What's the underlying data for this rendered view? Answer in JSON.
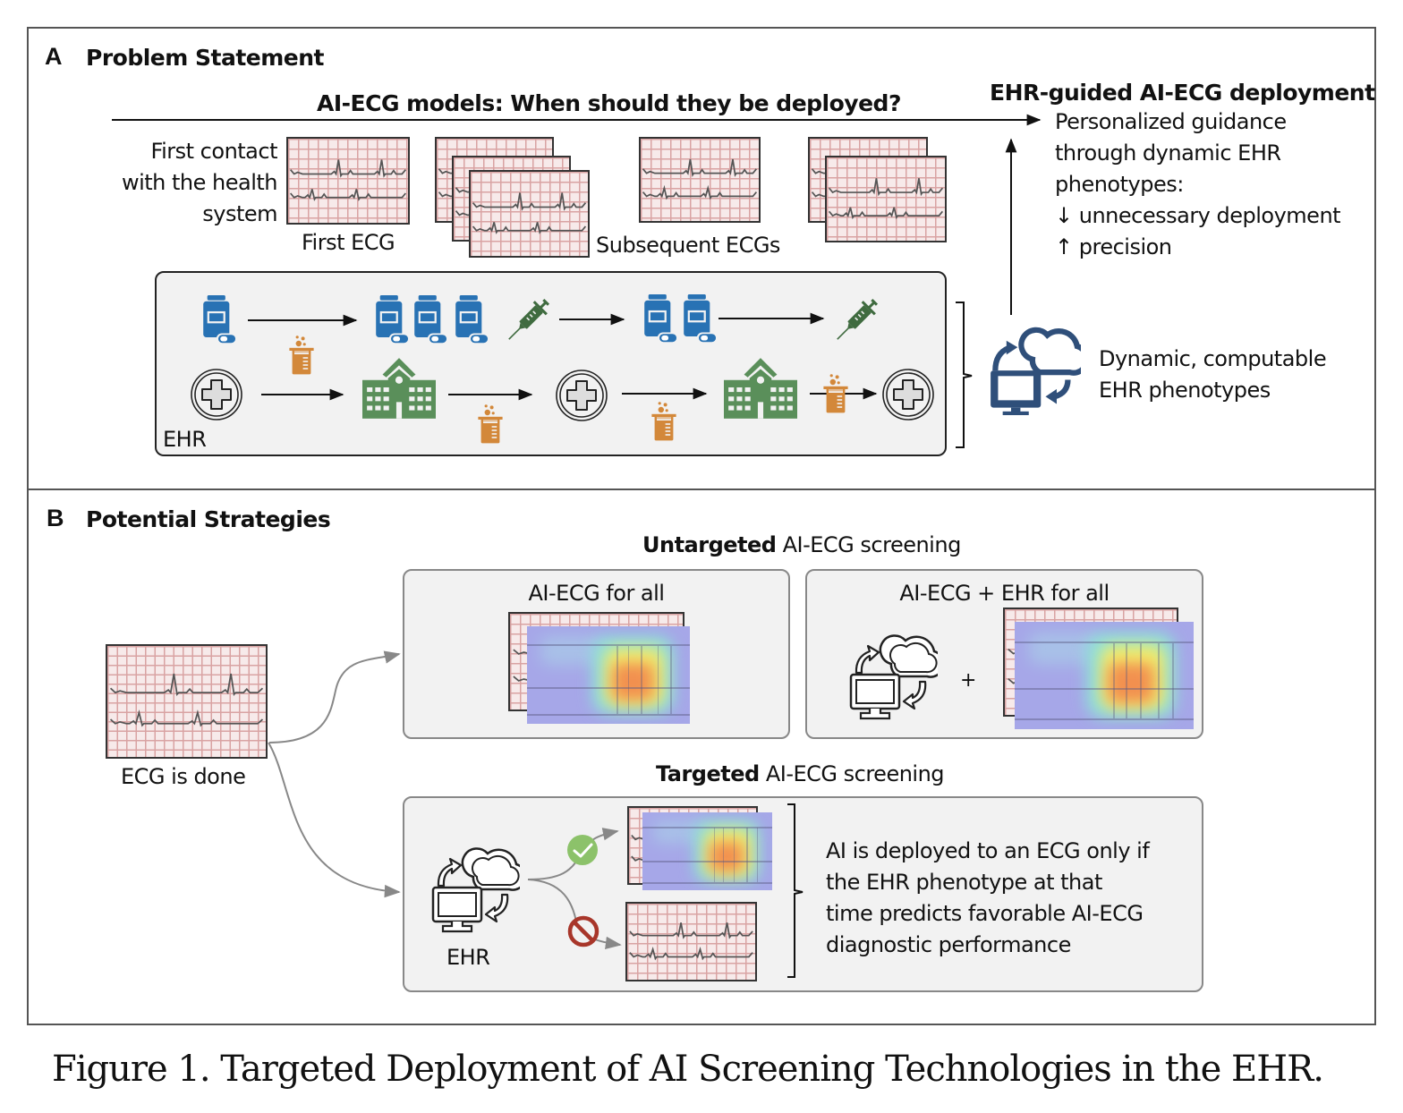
{
  "panel_a": {
    "letter": "A",
    "title": "Problem Statement",
    "timeline_question": "AI-ECG models: When should they be deployed?",
    "first_contact_lines": [
      "First contact",
      "with the health",
      "system"
    ],
    "first_ecg_label": "First ECG",
    "subsequent_ecgs_label": "Subsequent ECGs",
    "ehr_label": "EHR",
    "guided_title": "EHR-guided AI-ECG deployment",
    "guided_lines": [
      "Personalized guidance",
      "through dynamic EHR",
      "phenotypes:",
      "↓ unnecessary deployment",
      "↑ precision"
    ],
    "phenotype_lines": [
      "Dynamic, computable",
      "EHR phenotypes"
    ],
    "ehr_timeline": {
      "top_row": [
        "medication-icon",
        "medications-x3-icon",
        "syringe-icon",
        "medications-x2-icon",
        "syringe-icon"
      ],
      "bottom_row": [
        "clinic-visit-icon",
        "hospital-icon",
        "clinic-visit-icon",
        "hospital-icon",
        "clinic-visit-icon"
      ],
      "lab_tests": [
        "lab-beaker-icon",
        "lab-beaker-icon",
        "lab-beaker-icon",
        "lab-beaker-icon"
      ]
    }
  },
  "panel_b": {
    "letter": "B",
    "title": "Potential Strategies",
    "ecg_done_label": "ECG is done",
    "untargeted_heading_bold": "Untargeted",
    "untargeted_heading_rest": " AI-ECG screening",
    "box1_title": "AI-ECG for all",
    "box2_title": "AI-ECG + EHR for all",
    "plus_sign": "+",
    "targeted_heading_bold": "Targeted",
    "targeted_heading_rest": " AI-ECG screening",
    "ehr_label": "EHR",
    "targeted_desc_lines": [
      "AI is deployed to an ECG only if",
      "the EHR phenotype at that",
      "time predicts favorable AI-ECG",
      "diagnostic performance"
    ]
  },
  "caption": "Figure 1.  Targeted Deployment of AI Screening Technologies in the EHR.",
  "colors": {
    "medication_blue": "#2872b4",
    "syringe_green": "#3f6b3f",
    "hospital_green": "#5a8f5a",
    "lab_orange": "#d3883a",
    "ehr_icon_navy": "#2f4f7a",
    "check_green": "#8cc26a",
    "ban_red": "#a8362a",
    "ecg_grid": "#d9a3a3",
    "ecg_bg": "#f7eaea"
  }
}
